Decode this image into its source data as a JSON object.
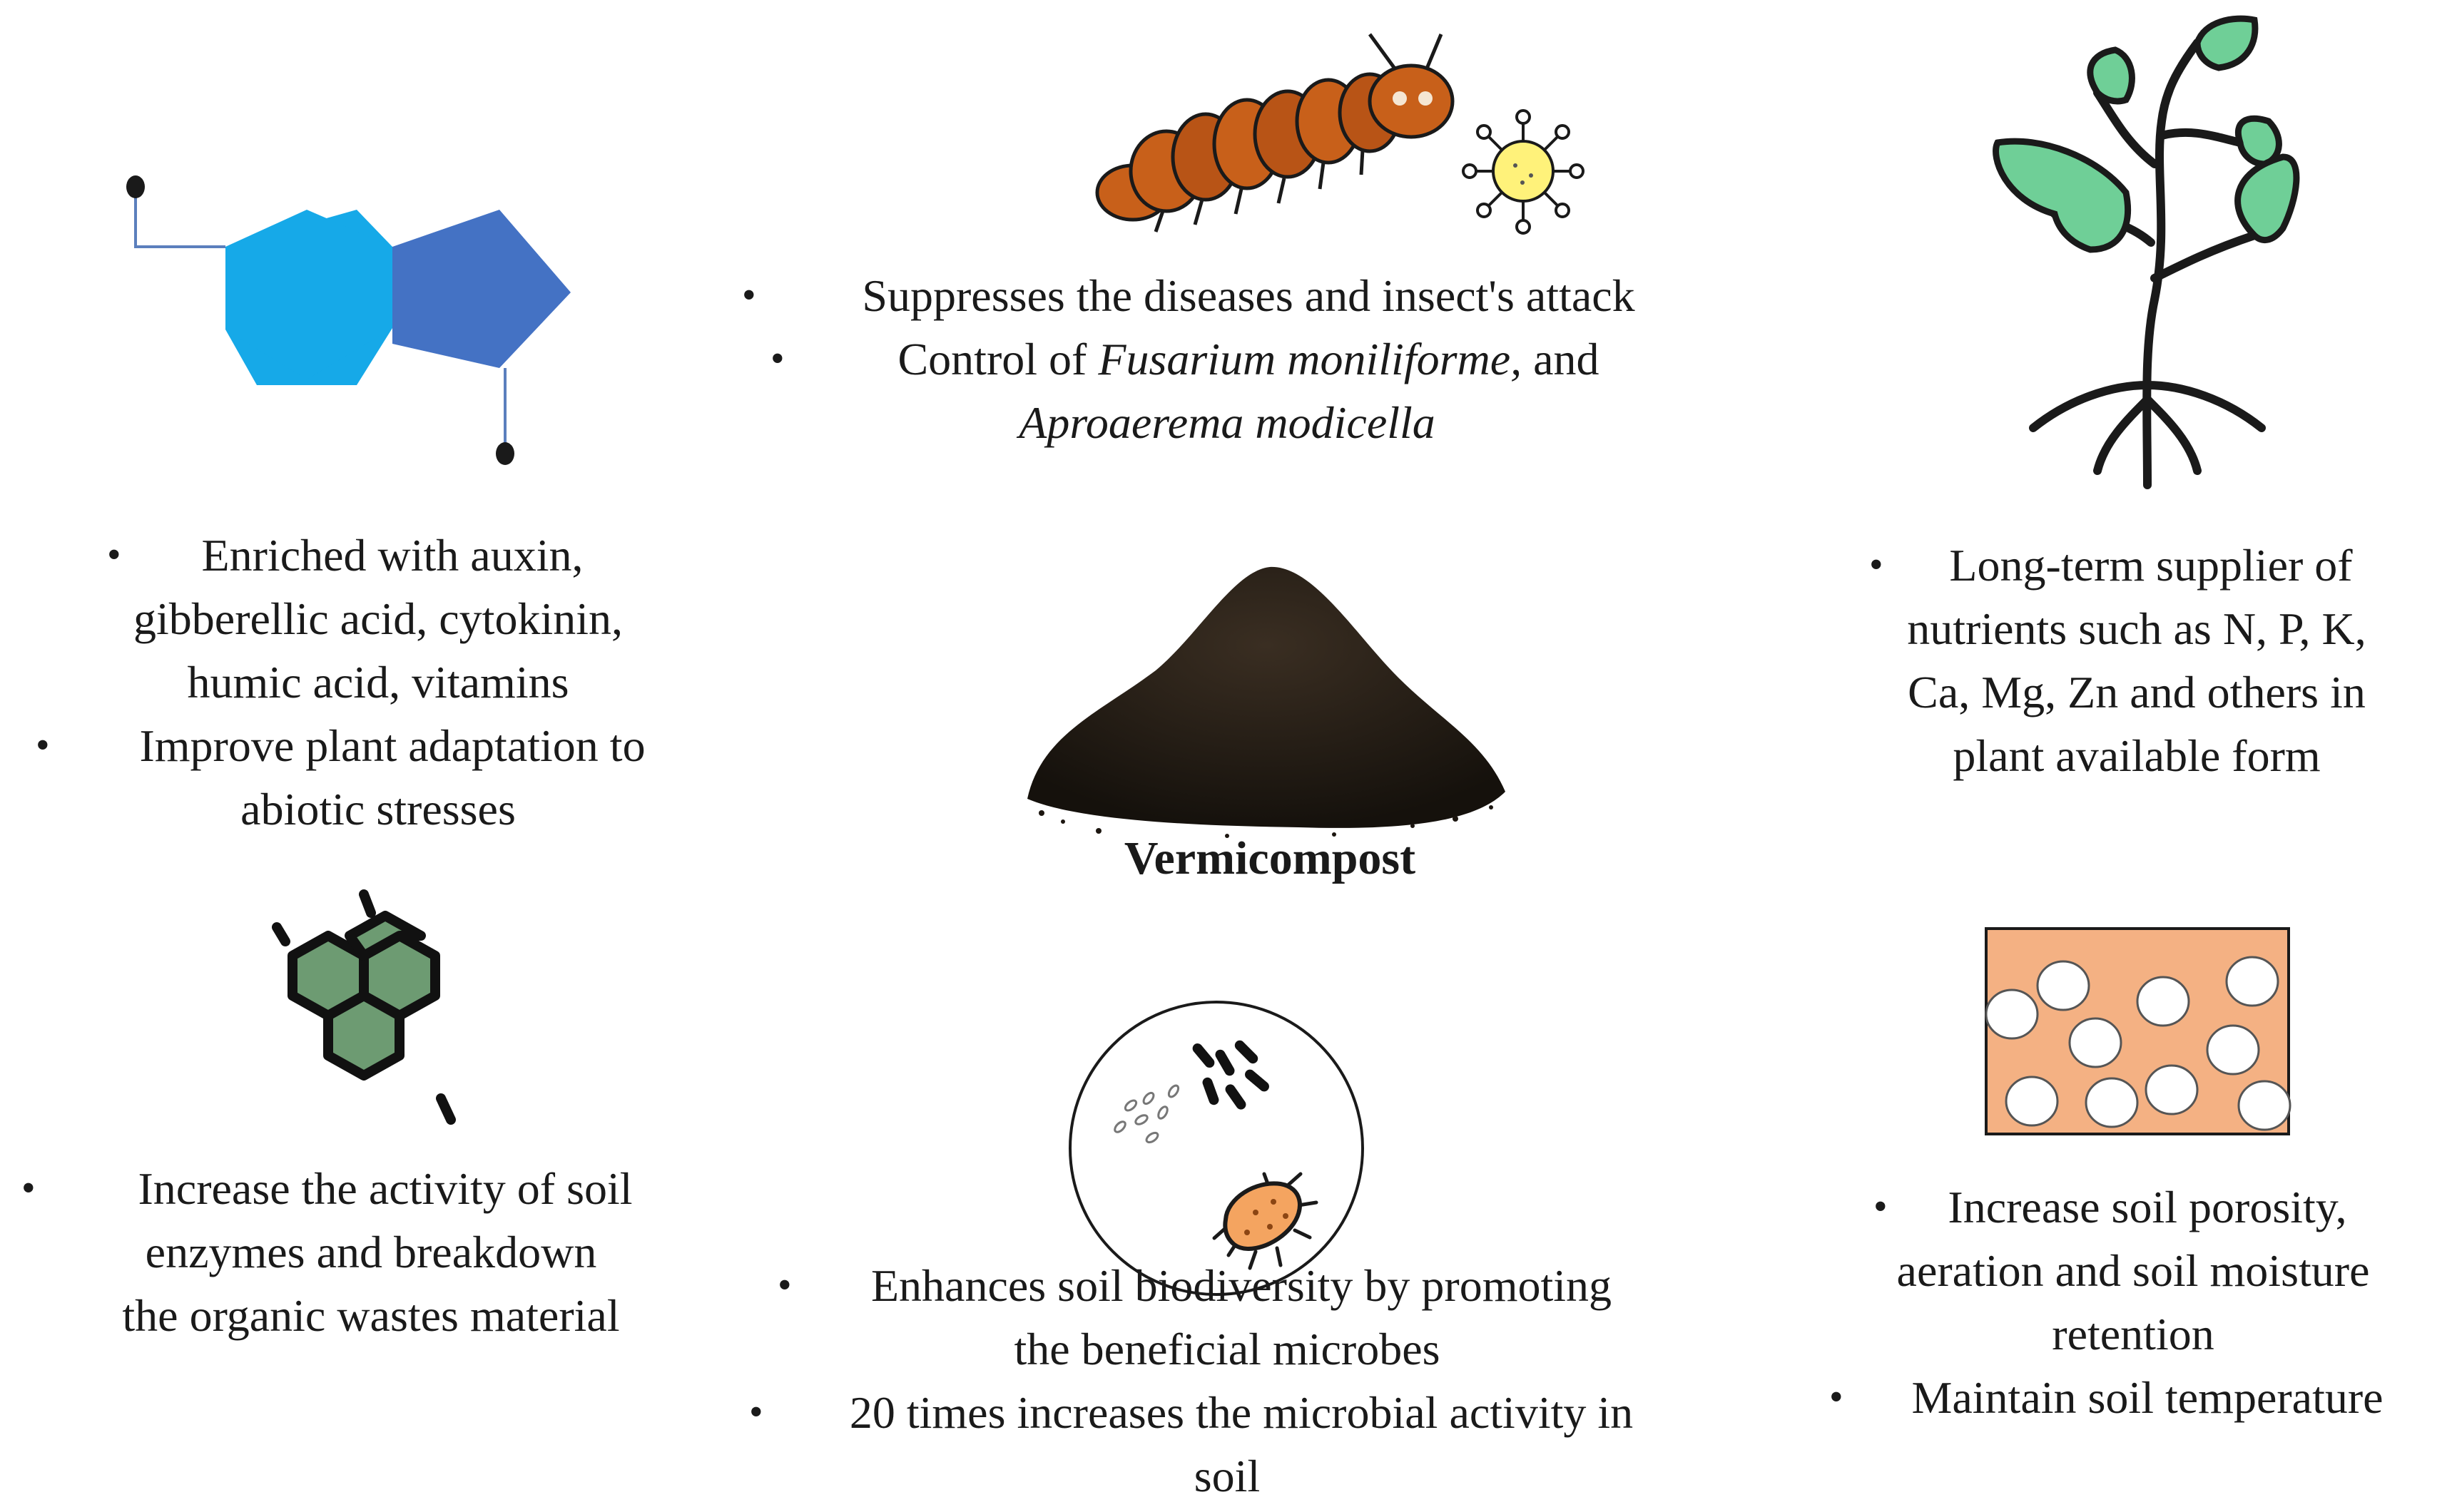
{
  "center": {
    "label": "Vermicompost"
  },
  "top_center": {
    "bullets": [
      {
        "text": "Suppresses the diseases and insect's attack"
      },
      {
        "text_pre": "Control of ",
        "text_italic1": "Fusarium moniliforme,",
        "text_mid": " and",
        "text_italic2": "Aproaerema modicella"
      }
    ]
  },
  "top_left": {
    "bullets": [
      {
        "lines": [
          "Enriched with auxin,",
          "gibberellic acid, cytokinin,",
          "humic acid, vitamins"
        ]
      },
      {
        "lines": [
          "Improve plant adaptation to",
          "abiotic stresses"
        ]
      }
    ]
  },
  "top_right": {
    "bullets": [
      {
        "lines": [
          "Long-term supplier of",
          "nutrients such as N, P, K,",
          "Ca, Mg, Zn and others in",
          "plant available form"
        ]
      }
    ]
  },
  "bottom_left": {
    "bullets": [
      {
        "lines": [
          "Increase the activity of soil",
          "enzymes and breakdown",
          "the organic wastes material"
        ]
      }
    ]
  },
  "bottom_center": {
    "bullets": [
      {
        "lines": [
          "Enhances soil biodiversity by promoting",
          "the beneficial microbes"
        ]
      },
      {
        "lines": [
          "20 times increases the microbial activity in",
          "soil"
        ]
      }
    ]
  },
  "bottom_right": {
    "bullets": [
      {
        "lines": [
          "Increase soil porosity,",
          "aeration and soil moisture",
          "retention"
        ]
      },
      {
        "lines": [
          "Maintain soil temperature"
        ]
      }
    ]
  },
  "bullet_char": "•",
  "colors": {
    "hexagon_light_blue": "#16a9e8",
    "pentagon_blue": "#4472c4",
    "leaf_green": "#6fcf97",
    "hex_green": "#6d9b72",
    "caterpillar_orange": "#c8601a",
    "soil_orange": "#f4b183",
    "bacterium_orange": "#f4a460",
    "virus_yellow": "#fff27a"
  },
  "icons": [
    "hormone-molecule-icon",
    "caterpillar-icon",
    "virus-icon",
    "plant-icon",
    "compost-pile-icon",
    "hexagon-enzyme-icon",
    "petri-dish-icon",
    "porous-soil-icon"
  ]
}
